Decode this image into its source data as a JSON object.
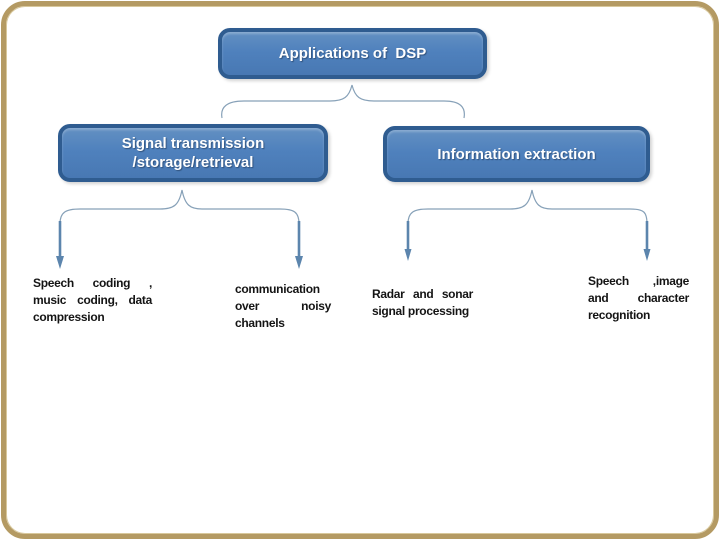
{
  "diagram": {
    "root": {
      "label": "Applications of  DSP"
    },
    "branches": [
      {
        "lines": [
          "Signal transmission",
          "/storage/retrieval"
        ]
      },
      {
        "lines": [
          "Information extraction"
        ]
      }
    ],
    "leaves": [
      {
        "lines": [
          "Speech coding ,",
          "music coding, data",
          "compression"
        ]
      },
      {
        "lines": [
          "communication",
          "over noisy",
          "channels"
        ]
      },
      {
        "lines": [
          "Radar and sonar",
          "signal processing"
        ]
      },
      {
        "lines": [
          "Speech ,image",
          "and character",
          "recognition"
        ]
      }
    ]
  },
  "colors": {
    "node_fill": "#4f81bd",
    "node_border": "#2f5c90",
    "node_text": "#ffffff",
    "connector": "#87a1b8",
    "arrow": "#5c85ad",
    "leaf_text": "#141414",
    "frame": "#b49a63",
    "background": "#ffffff"
  }
}
